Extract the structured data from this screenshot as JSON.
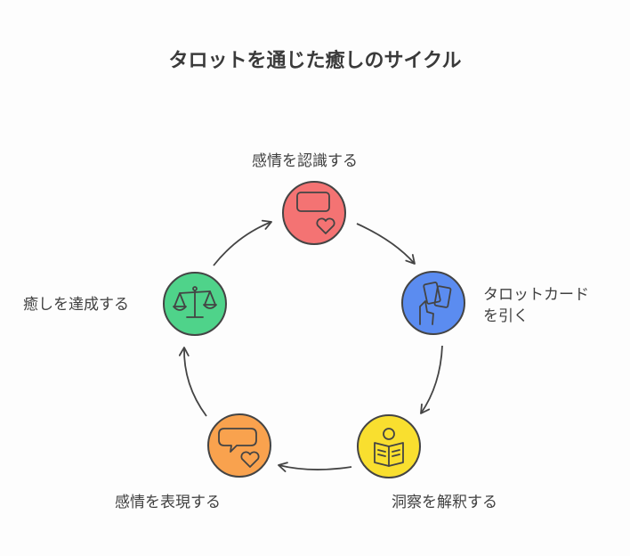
{
  "title": "タロットを通じた癒しのサイクル",
  "steps": [
    {
      "label": "感情を認識する",
      "icon": "card-heart-icon",
      "color": "#f47373"
    },
    {
      "label_line1": "タロットカード",
      "label_line2": "を引く",
      "icon": "hand-cards-icon",
      "color": "#5b8cf0"
    },
    {
      "label": "洞察を解釈する",
      "icon": "person-reading-icon",
      "color": "#f9df2f"
    },
    {
      "label": "感情を表現する",
      "icon": "speech-heart-icon",
      "color": "#f9a24e"
    },
    {
      "label": "癒しを達成する",
      "icon": "scales-icon",
      "color": "#4fd38a"
    }
  ]
}
